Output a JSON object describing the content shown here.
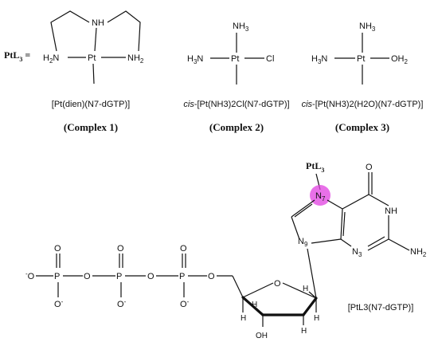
{
  "header": {
    "ptl3": "PtL",
    "ptl3_sub": "3",
    "equals": "="
  },
  "complexes": [
    {
      "label": "(Complex 1)",
      "name_prefix": "",
      "name": "[Pt(dien)(N7-dGTP)]",
      "atoms": {
        "nh": "NH",
        "pt": "Pt",
        "left": "H",
        "left_sub": "2",
        "left_n": "N",
        "right": "NH",
        "right_sub": "2"
      }
    },
    {
      "label": "(Complex 2)",
      "name_prefix": "cis",
      "name": "-[Pt(NH3)2Cl(N7-dGTP)]",
      "atoms": {
        "top": "NH",
        "top_sub": "3",
        "pt": "Pt",
        "left": "H",
        "left_sub": "3",
        "left_n": "N",
        "right": "Cl"
      }
    },
    {
      "label": "(Complex 3)",
      "name_prefix": "cis",
      "name": "-[Pt(NH3)2(H2O)(N7-dGTP)]",
      "atoms": {
        "top": "NH",
        "top_sub": "3",
        "pt": "Pt",
        "left": "H",
        "left_sub": "3",
        "left_n": "N",
        "right": "OH",
        "right_sub": "2"
      }
    }
  ],
  "nucleotide": {
    "ptl3": "PtL",
    "ptl3_sub": "3",
    "n7": "N",
    "n7_sub": "7",
    "n9": "N",
    "n9_sub": "9",
    "n3": "N",
    "n3_sub": "3",
    "nh": "NH",
    "nh2": "NH",
    "nh2_sub": "2",
    "o_carbonyl": "O",
    "ring_o": "O",
    "oh": "OH",
    "h": "H",
    "p": "P",
    "o": "O",
    "o_minus": "O",
    "minus": "-",
    "name": "[PtL3(N7-dGTP)]",
    "highlight_color": "#e040e0"
  }
}
